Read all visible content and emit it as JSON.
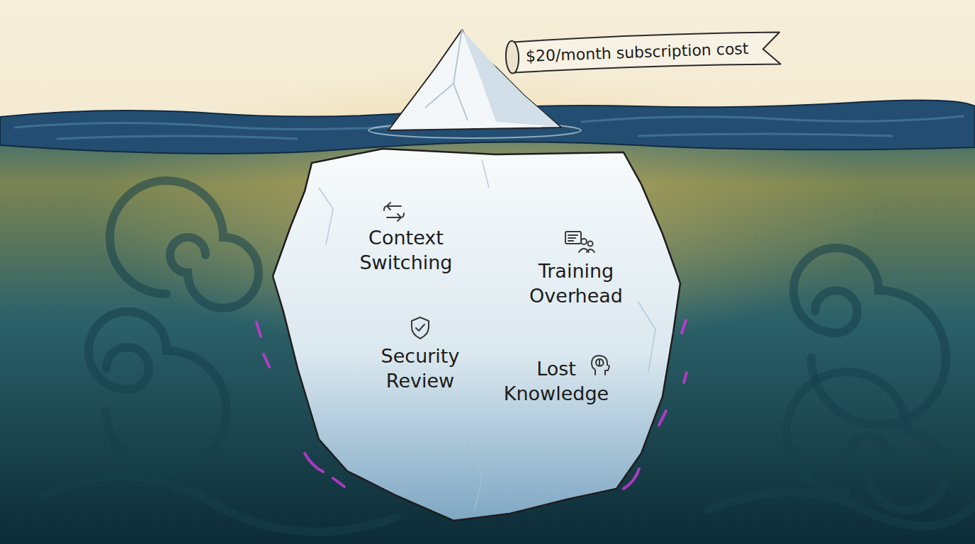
{
  "diagram": {
    "nodes": [
      {
        "text": [
          "$20/month subscription cost"
        ]
      },
      {
        "text": [
          "Context Switching",
          "Training Overhead",
          "Security Review",
          "Lost Knowledge"
        ]
      }
    ]
  }
}
